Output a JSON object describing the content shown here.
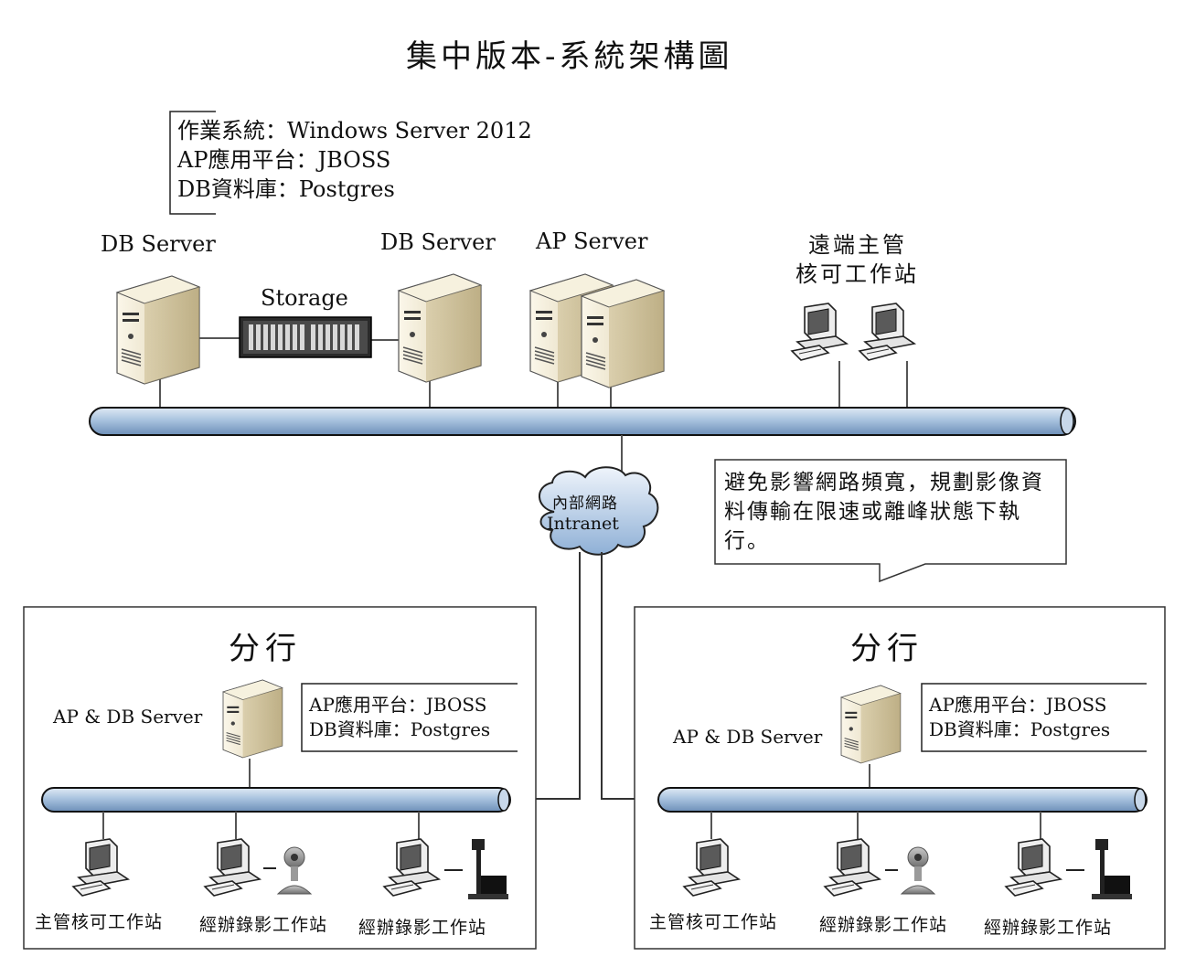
{
  "title": "集中版本-系統架構圖",
  "central": {
    "spec_lines": [
      "作業系統：Windows Server 2012",
      "AP應用平台：JBOSS",
      "DB資料庫：Postgres"
    ],
    "db_server_1_label": "DB Server",
    "storage_label": "Storage",
    "db_server_2_label": "DB Server",
    "ap_server_label": "AP Server",
    "remote_label_line1": "遠端主管",
    "remote_label_line2": "核可工作站"
  },
  "cloud": {
    "line1": "內部網路",
    "line2": "Intranet"
  },
  "callout": {
    "text": "避免影響網路頻寬，規劃影像資料傳輸在限速或離峰狀態下執行。"
  },
  "branches": [
    {
      "title": "分行",
      "server_label": "AP & DB Server",
      "spec_lines": [
        "AP應用平台：JBOSS",
        "DB資料庫：Postgres"
      ],
      "stations": [
        "主管核可工作站",
        "經辦錄影工作站",
        "經辦錄影工作站"
      ]
    },
    {
      "title": "分行",
      "server_label": "AP & DB Server",
      "spec_lines": [
        "AP應用平台：JBOSS",
        "DB資料庫：Postgres"
      ],
      "stations": [
        "主管核可工作站",
        "經辦錄影工作站",
        "經辦錄影工作站"
      ]
    }
  ]
}
